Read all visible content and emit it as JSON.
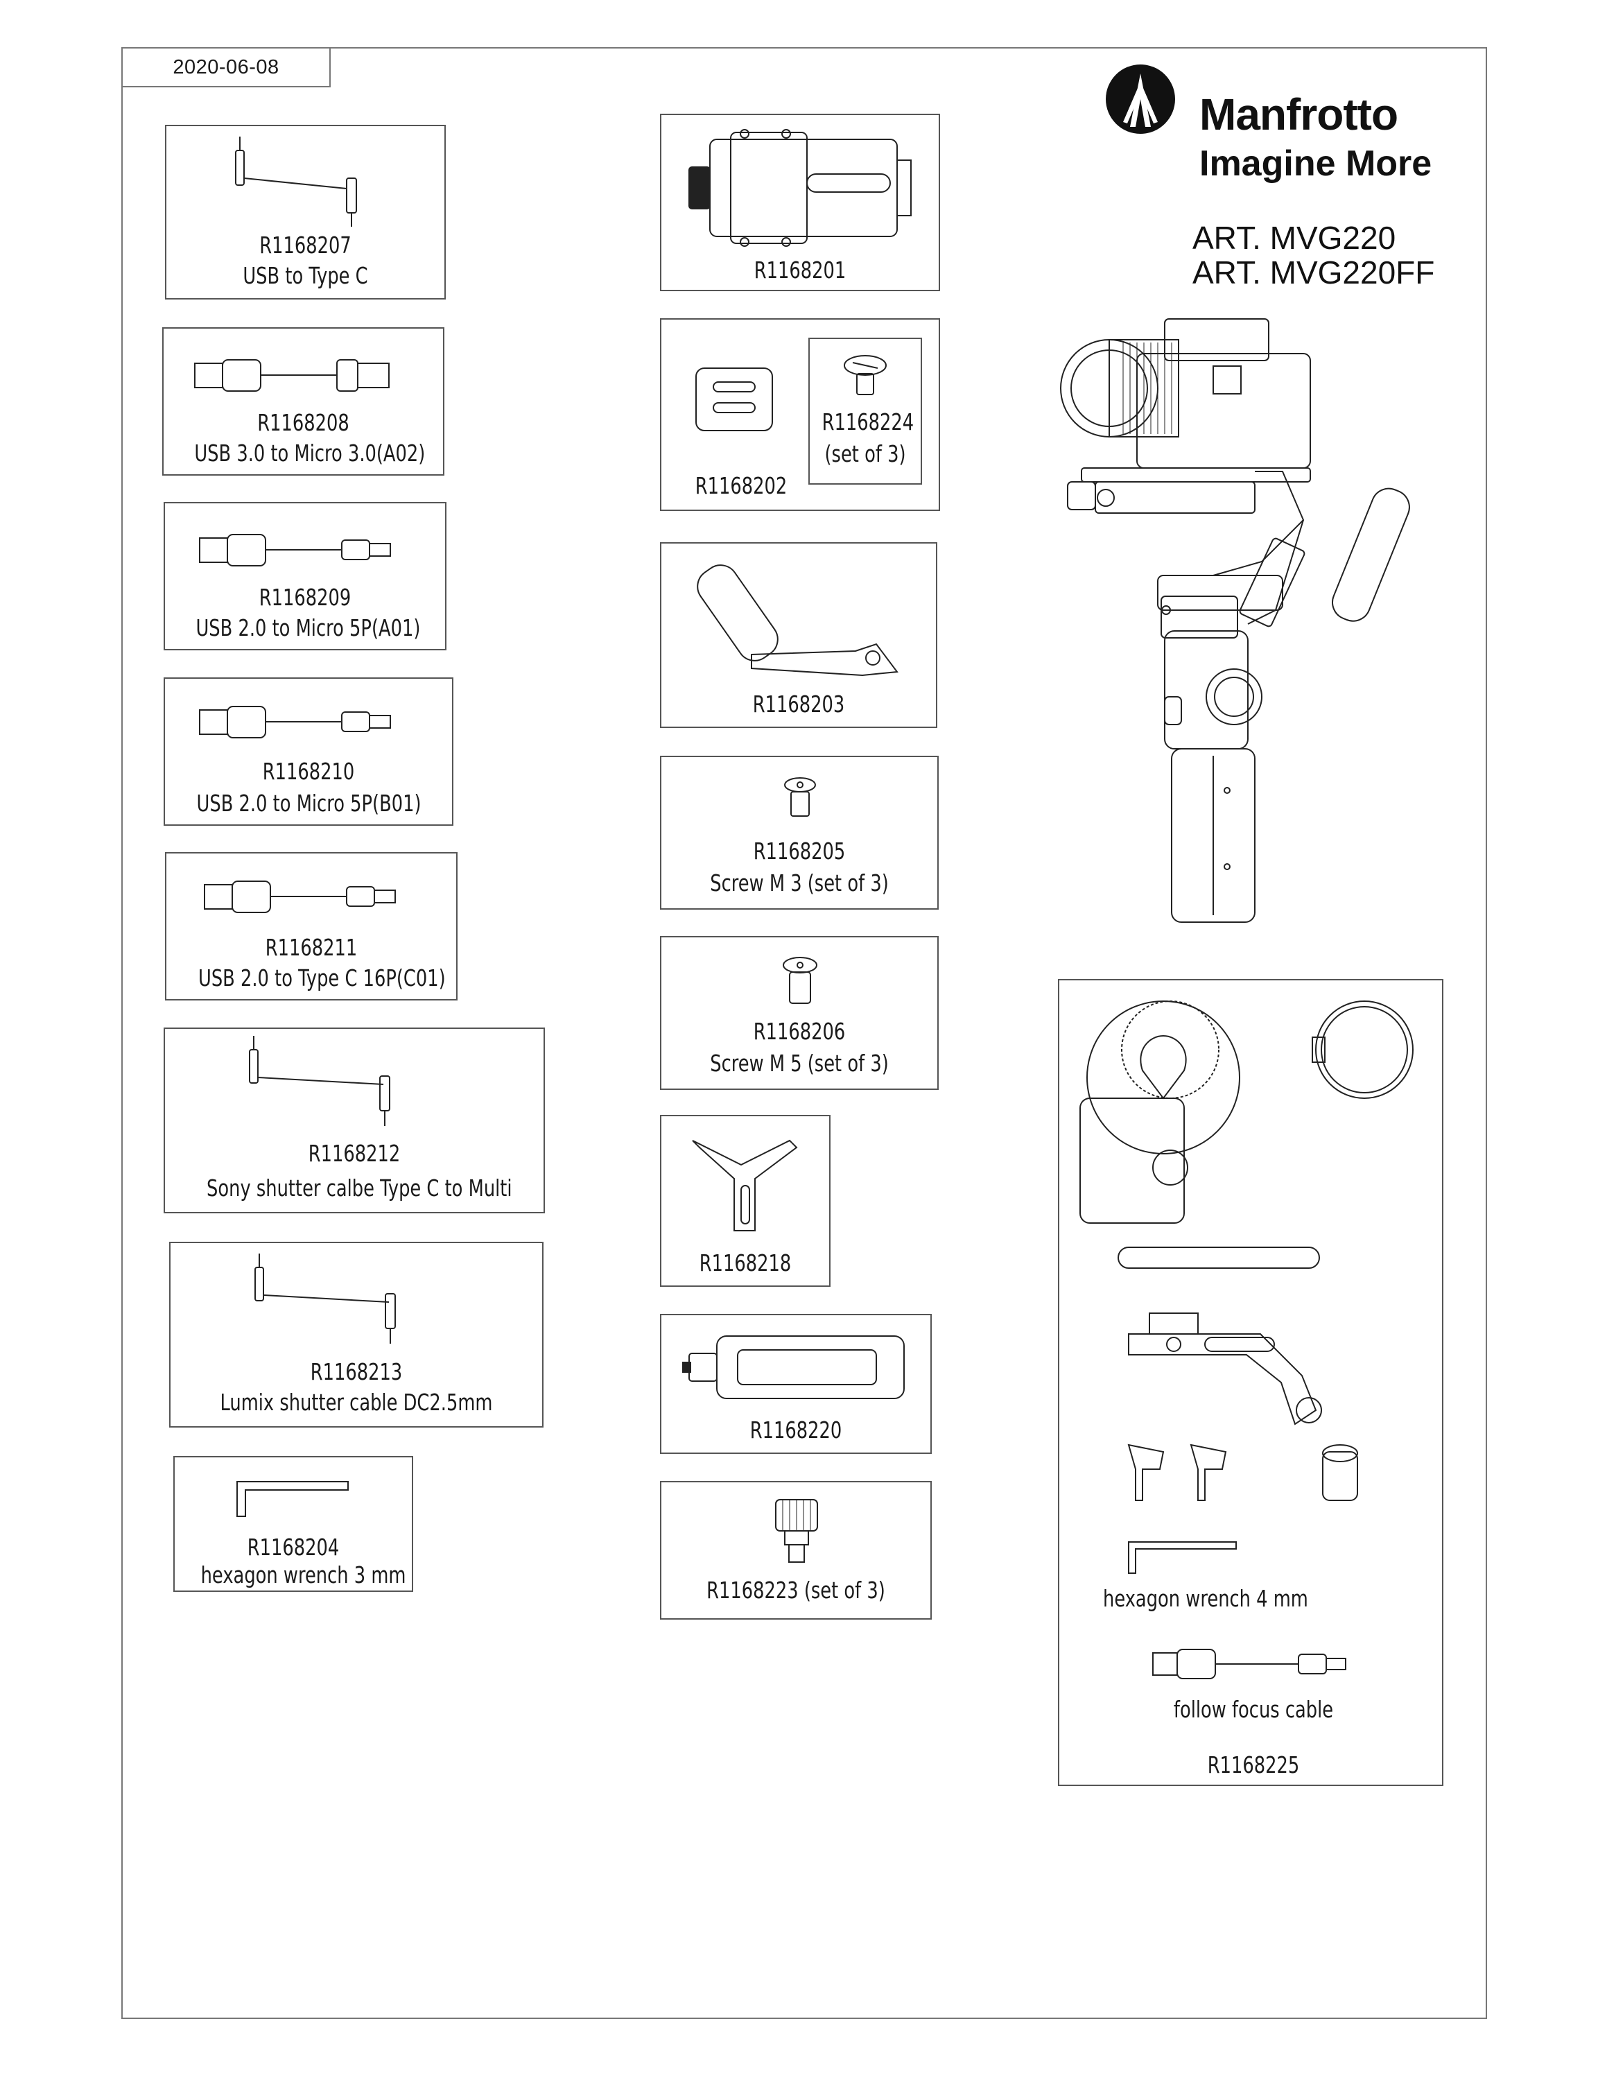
{
  "date": "2020-06-08",
  "brand": {
    "name": "Manfrotto",
    "slogan": "Imagine More"
  },
  "articles": [
    "ART. MVG220",
    "ART. MVG220FF"
  ],
  "left_parts": [
    {
      "code": "R1168207",
      "desc": "USB to Type C"
    },
    {
      "code": "R1168208",
      "desc": "USB 3.0 to Micro 3.0(A02)"
    },
    {
      "code": "R1168209",
      "desc": "USB 2.0 to Micro 5P(A01)"
    },
    {
      "code": "R1168210",
      "desc": "USB 2.0 to Micro 5P(B01)"
    },
    {
      "code": "R1168211",
      "desc": "USB 2.0 to Type C 16P(C01)"
    },
    {
      "code": "R1168212",
      "desc": "Sony shutter calbe Type C to Multi"
    },
    {
      "code": "R1168213",
      "desc": "Lumix shutter cable DC2.5mm"
    },
    {
      "code": "R1168204",
      "desc": "hexagon wrench 3 mm"
    }
  ],
  "middle_parts": [
    {
      "code": "R1168201"
    },
    {
      "code": "R1168202"
    },
    {
      "code": "R1168224",
      "desc": "(set of 3)"
    },
    {
      "code": "R1168203"
    },
    {
      "code": "R1168205",
      "desc": "Screw M 3 (set of 3)"
    },
    {
      "code": "R1168206",
      "desc": "Screw M 5 (set of 3)"
    },
    {
      "code": "R1168218"
    },
    {
      "code": "R1168220"
    },
    {
      "code": "R1168223 (set of 3)"
    }
  ],
  "kit": {
    "wrench_label": "hexagon wrench 4 mm",
    "cable_label": "follow focus cable",
    "code": "R1168225"
  }
}
